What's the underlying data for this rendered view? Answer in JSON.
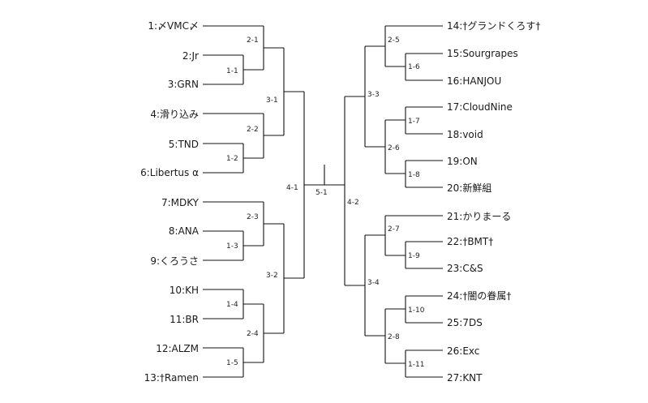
{
  "left_teams": [
    {
      "label": "1:〆VMC〆"
    },
    {
      "label": "2:Jr"
    },
    {
      "label": "3:GRN"
    },
    {
      "label": "4:滑り込み"
    },
    {
      "label": "5:TND"
    },
    {
      "label": "6:Libertus α"
    },
    {
      "label": "7:MDKY"
    },
    {
      "label": "8:ANA"
    },
    {
      "label": "9:くろうさ"
    },
    {
      "label": "10:KH"
    },
    {
      "label": "11:BR"
    },
    {
      "label": "12:ALZM"
    },
    {
      "label": "13:†Ramen"
    }
  ],
  "right_teams": [
    {
      "label": "14:†グランドくろす†"
    },
    {
      "label": "15:Sourgrapes"
    },
    {
      "label": "16:HANJOU"
    },
    {
      "label": "17:CloudNine"
    },
    {
      "label": "18:void"
    },
    {
      "label": "19:ON"
    },
    {
      "label": "20:新鮮組"
    },
    {
      "label": "21:かりまーる"
    },
    {
      "label": "22:†BMT†"
    },
    {
      "label": "23:C&S"
    },
    {
      "label": "24:†闇の眷属†"
    },
    {
      "label": "25:7DS"
    },
    {
      "label": "26:Exc"
    },
    {
      "label": "27:KNT"
    }
  ],
  "matches": {
    "m1_1": "1-1",
    "m1_2": "1-2",
    "m1_3": "1-3",
    "m1_4": "1-4",
    "m1_5": "1-5",
    "m1_6": "1-6",
    "m1_7": "1-7",
    "m1_8": "1-8",
    "m1_9": "1-9",
    "m1_10": "1-10",
    "m1_11": "1-11",
    "m2_1": "2-1",
    "m2_2": "2-2",
    "m2_3": "2-3",
    "m2_4": "2-4",
    "m2_5": "2-5",
    "m2_6": "2-6",
    "m2_7": "2-7",
    "m2_8": "2-8",
    "m3_1": "3-1",
    "m3_2": "3-2",
    "m3_3": "3-3",
    "m3_4": "3-4",
    "m4_1": "4-1",
    "m4_2": "4-2",
    "m5_1": "5-1"
  }
}
